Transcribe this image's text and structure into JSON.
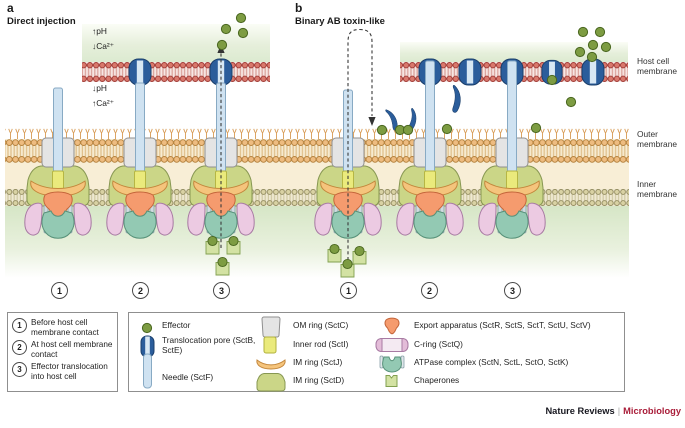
{
  "figure": {
    "panel_a": {
      "letter": "a",
      "title": "Direct injection"
    },
    "panel_b": {
      "letter": "b",
      "title": "Binary AB toxin-like"
    },
    "annotations": {
      "ph_up": "↑pH",
      "ca_down": "↓Ca²⁺",
      "ph_down": "↓pH",
      "ca_up": "↑Ca²⁺"
    },
    "membrane_labels": {
      "host": "Host cell membrane",
      "outer": "Outer membrane",
      "inner": "Inner membrane"
    },
    "step_markers": {
      "a": [
        "1",
        "2",
        "3"
      ],
      "b": [
        "1",
        "2",
        "3"
      ]
    }
  },
  "steps_legend": [
    {
      "num": "1",
      "text": "Before host cell membrane contact"
    },
    {
      "num": "2",
      "text": "At host cell membrane contact"
    },
    {
      "num": "3",
      "text": "Effector translocation into host cell"
    }
  ],
  "symbol_legend": {
    "col1": [
      {
        "icon": "effector-icon",
        "label": "Effector"
      },
      {
        "icon": "translocation-pore-icon",
        "label": "Translocation pore (SctB, SctE)"
      },
      {
        "icon": "needle-icon",
        "label": "Needle (SctF)"
      }
    ],
    "col2": [
      {
        "icon": "om-ring-icon",
        "label": "OM ring (SctC)"
      },
      {
        "icon": "inner-rod-icon",
        "label": "Inner rod (SctI)"
      },
      {
        "icon": "im-ring-sctj-icon",
        "label": "IM ring (SctJ)"
      },
      {
        "icon": "im-ring-sctd-icon",
        "label": "IM ring (SctD)"
      }
    ],
    "col3": [
      {
        "icon": "export-apparatus-icon",
        "label": "Export apparatus (SctR, SctS, SctT, SctU, SctV)"
      },
      {
        "icon": "c-ring-icon",
        "label": "C-ring (SctQ)"
      },
      {
        "icon": "atpase-icon",
        "label": "ATPase complex (SctN, SctL, SctO, SctK)"
      },
      {
        "icon": "chaperones-icon",
        "label": "Chaperones"
      }
    ]
  },
  "footer": {
    "brand": "Nature Reviews",
    "separator": "|",
    "journal": "Microbiology"
  },
  "colors": {
    "effector_green": "#7d9c42",
    "pore_blue": "#2b5d9b",
    "needle_blue": "#cfe2f1",
    "host_membrane_red": "#d9786c",
    "outer_membrane_tan": "#eebc80",
    "inner_membrane_olive": "#d9d2a4",
    "host_cytoplasm_green": "#dcead0",
    "journal_red": "#a91c38"
  }
}
